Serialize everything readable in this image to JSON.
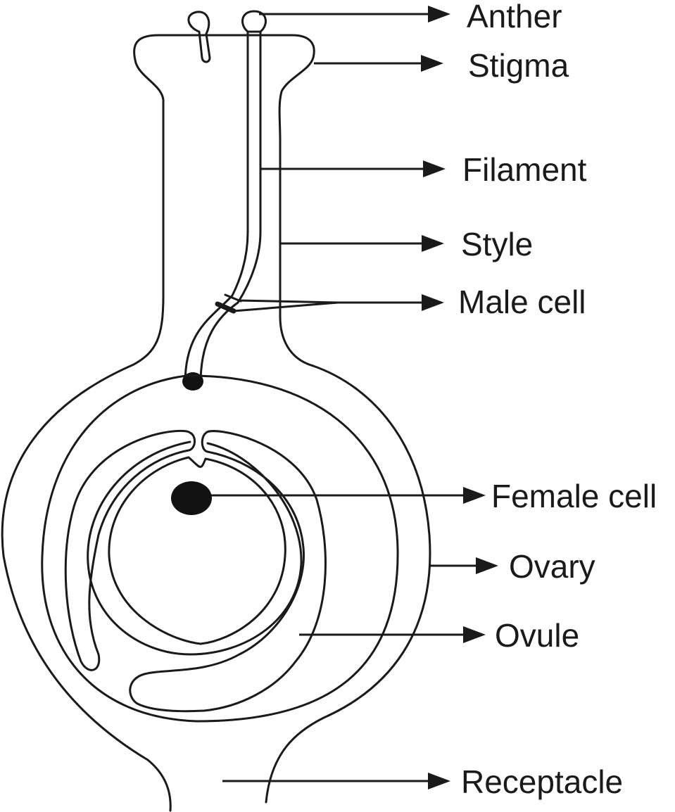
{
  "labels": {
    "anther": "Anther",
    "stigma": "Stigma",
    "filament": "Filament",
    "style": "Style",
    "male_cell": "Male cell",
    "female_cell": "Female cell",
    "ovary": "Ovary",
    "ovule": "Ovule",
    "receptacle": "Receptacle"
  },
  "colors": {
    "line": "#1a1a1a",
    "background": "#ffffff"
  }
}
